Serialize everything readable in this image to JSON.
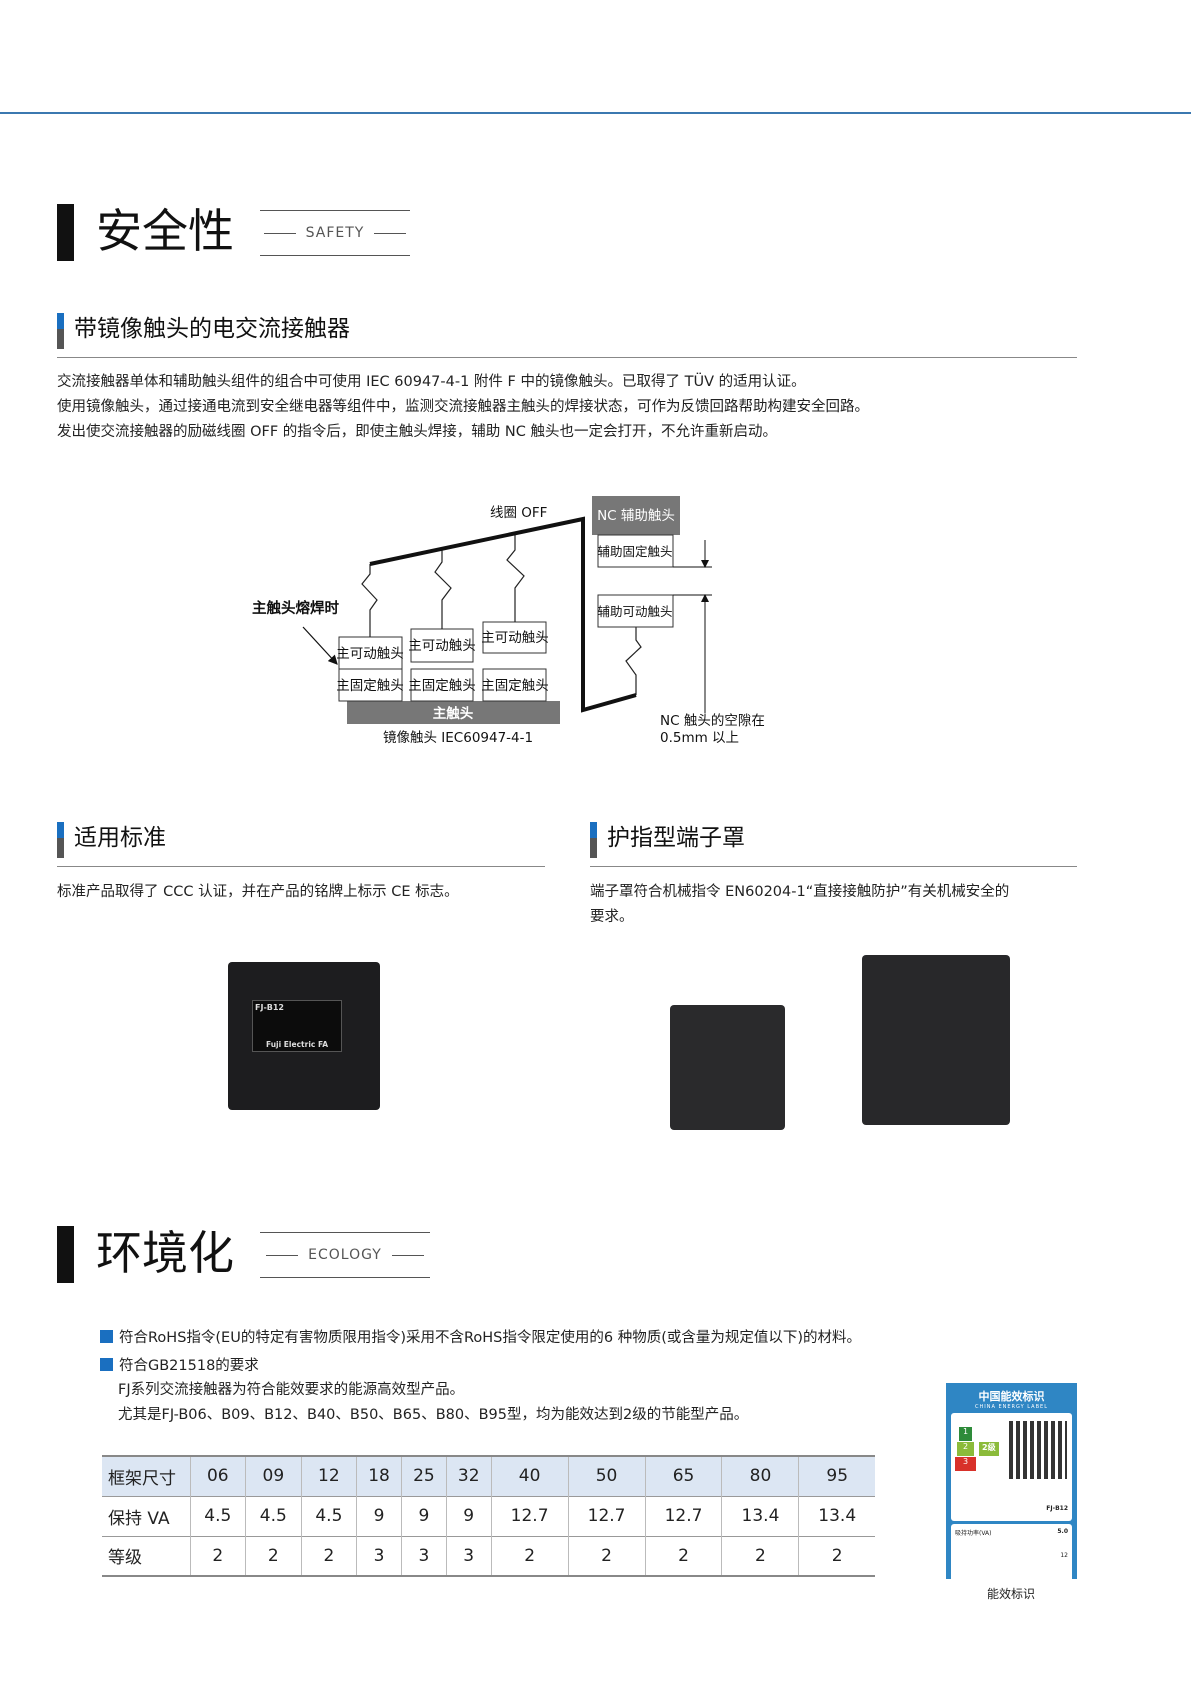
{
  "safety": {
    "title": "安全性",
    "eng": "SAFETY"
  },
  "mirror": {
    "title": "带镜像触头的电交流接触器",
    "lines": [
      "交流接触器单体和辅助触头组件的组合中可使用 IEC 60947-4-1 附件 F 中的镜像触头。已取得了 TÜV 的适用认证。",
      "使用镜像触头，通过接通电流到安全继电器等组件中，监测交流接触器主触头的焊接状态，可作为反馈回路帮助构建安全回路。",
      "发出使交流接触器的励磁线圈 OFF 的指令后，即使主触头焊接，辅助 NC 触头也一定会打开，不允许重新启动。"
    ]
  },
  "diagram": {
    "coil_off": "线圈 OFF",
    "weld_label": "主触头熔焊时",
    "movable": "主可动触头",
    "fixed": "主固定触头",
    "main": "主触头",
    "caption": "镜像触头 IEC60947-4-1",
    "nc_header": "NC 辅助触头",
    "aux_fixed": "辅助固定触头",
    "aux_movable": "辅助可动触头",
    "gap_line1": "NC 触头的空隙在",
    "gap_line2": "0.5mm 以上"
  },
  "standards": {
    "title": "适用标准",
    "text": "标准产品取得了 CCC 认证，并在产品的铭牌上标示 CE 标志。",
    "product_model": "FJ-B12",
    "product_brand": "Fuji Electric FA"
  },
  "finger": {
    "title": "护指型端子罩",
    "lines": [
      "端子罩符合机械指令 EN60204-1“直接接触防护”有关机械安全的",
      "要求。"
    ]
  },
  "ecology": {
    "title": "环境化",
    "eng": "ECOLOGY",
    "bullets": [
      "符合RoHS指令(EU的特定有害物质限用指令)采用不含RoHS指令限定使用的6 种物质(或含量为规定值以下)的材料。",
      "符合GB21518的要求"
    ],
    "lines": [
      "FJ系列交流接触器为符合能效要求的能源高效型产品。",
      "尤其是FJ-B06、B09、B12、B40、B50、B65、B80、B95型，均为能效达到2级的节能型产品。"
    ]
  },
  "table": {
    "rows": [
      {
        "label": "框架尺寸",
        "cells": [
          "06",
          "09",
          "12",
          "18",
          "25",
          "32",
          "40",
          "50",
          "65",
          "80",
          "95"
        ]
      },
      {
        "label": "保持 VA",
        "cells": [
          "4.5",
          "4.5",
          "4.5",
          "9",
          "9",
          "9",
          "12.7",
          "12.7",
          "12.7",
          "13.4",
          "13.4"
        ]
      },
      {
        "label": "等级",
        "cells": [
          "2",
          "2",
          "2",
          "3",
          "3",
          "3",
          "2",
          "2",
          "2",
          "2",
          "2"
        ]
      }
    ]
  },
  "energy_label": {
    "title": "中国能效标识",
    "subtitle": "CHINA ENERGY LABEL",
    "grade": "2级",
    "levels": [
      "1",
      "2",
      "3"
    ],
    "model": "FJ-B12",
    "power_label": "吸持功率(VA)",
    "power_value": "5.0",
    "current_value": "12",
    "caption": "能效标识",
    "colors": {
      "frame": "#2f86c4",
      "g1": "#2e8b3a",
      "g2": "#8bbb3a",
      "g3": "#d8312a"
    }
  }
}
